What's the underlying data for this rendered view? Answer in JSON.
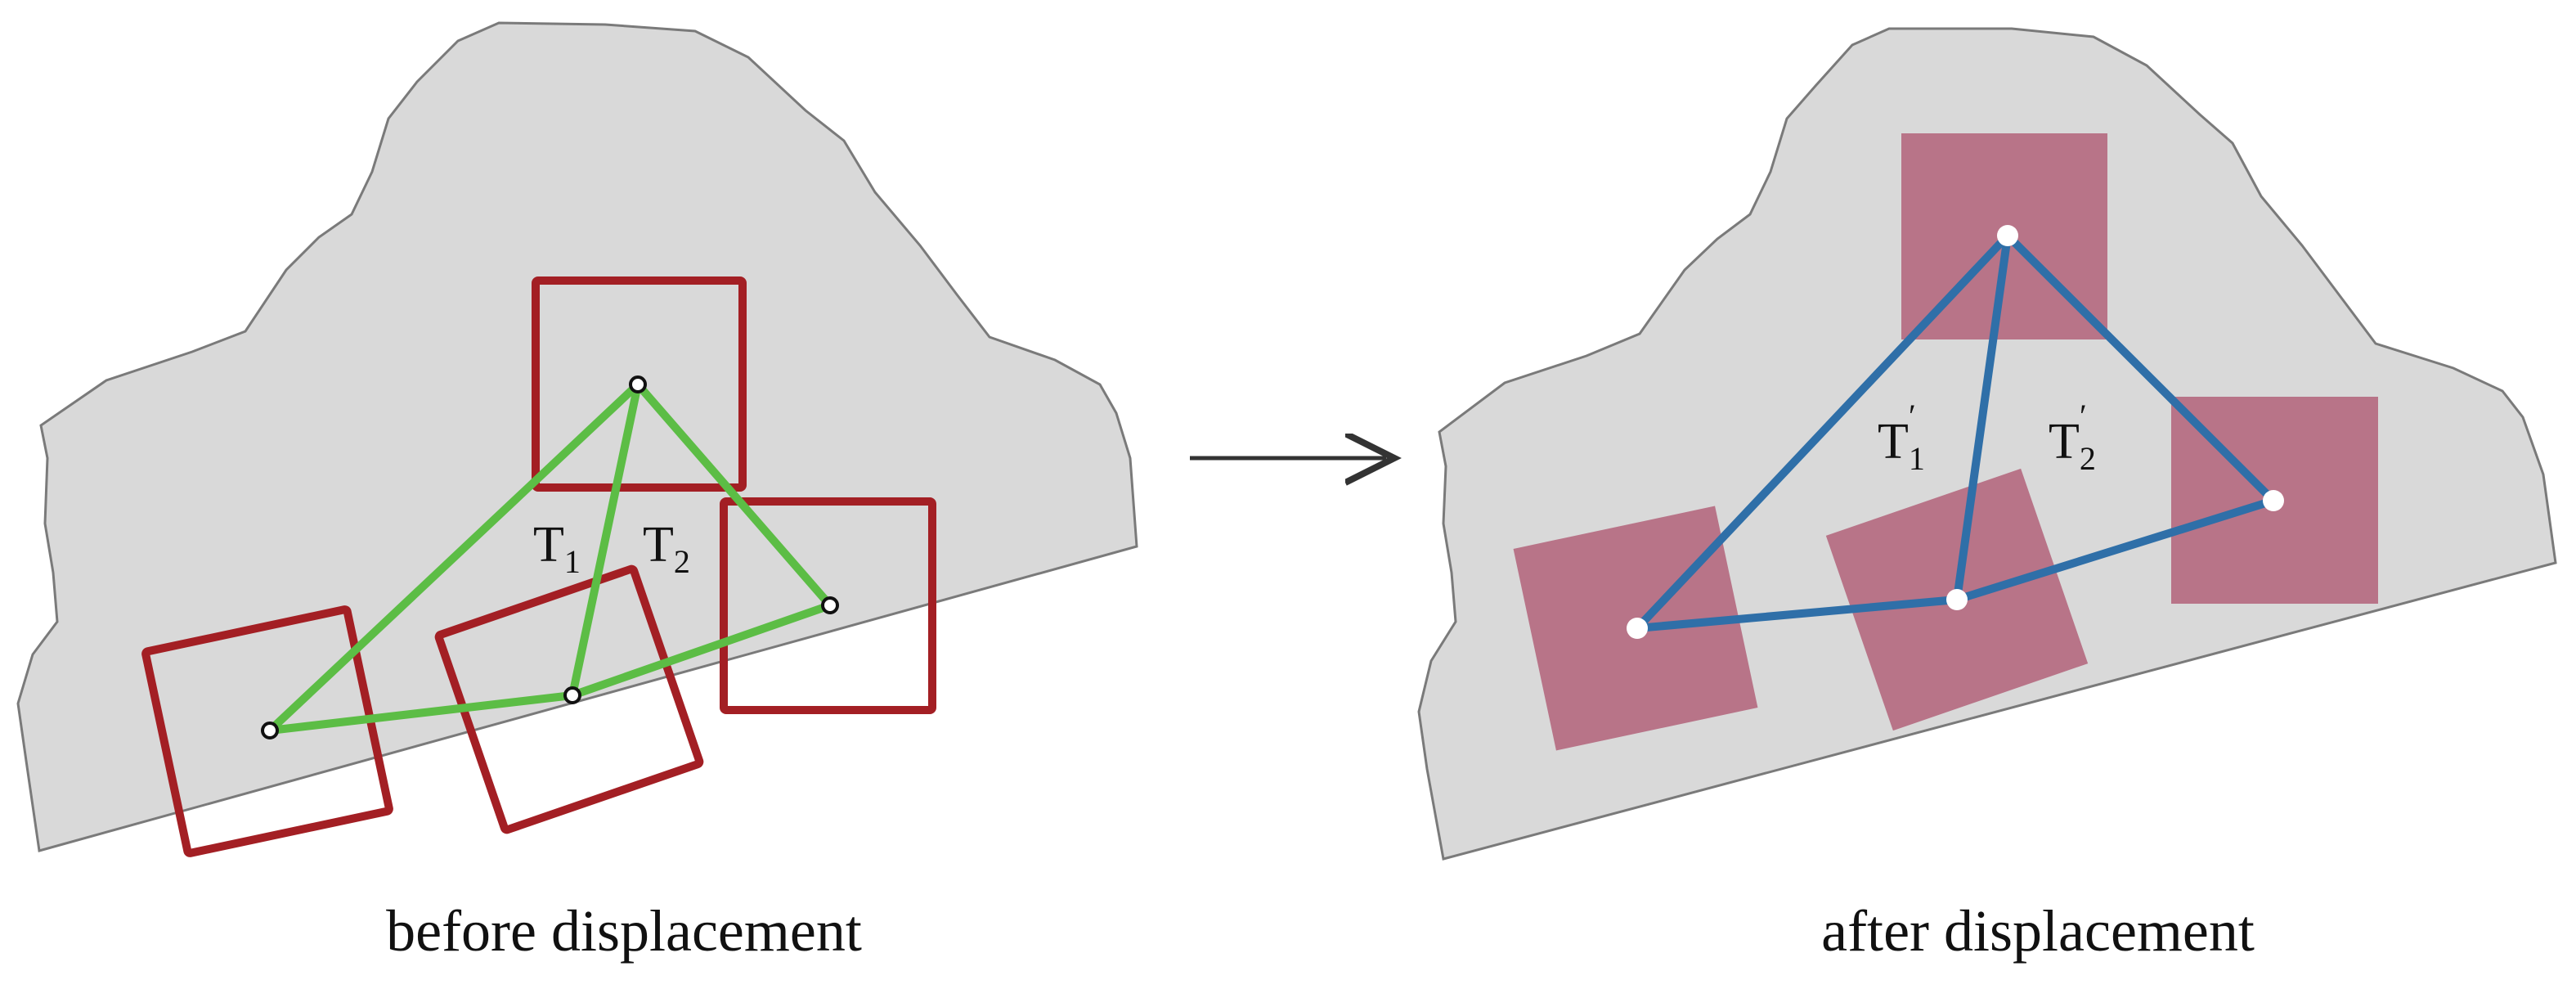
{
  "captions": {
    "before": "before displacement",
    "after": "after displacement"
  },
  "labels": {
    "before": [
      {
        "base": "T",
        "sub": "1"
      },
      {
        "base": "T",
        "sub": "2"
      }
    ],
    "after": [
      {
        "base": "T",
        "sub": "1",
        "prime": "′"
      },
      {
        "base": "T",
        "sub": "2",
        "prime": "′"
      }
    ]
  },
  "colors": {
    "region_fill": "#d9d9d9",
    "region_stroke": "#7a7a7a",
    "outline_square": "#a31f24",
    "filled_square": "#b87488",
    "triangle_before": "#5cbd45",
    "triangle_after": "#2f6fa8",
    "arrow": "#333333"
  }
}
